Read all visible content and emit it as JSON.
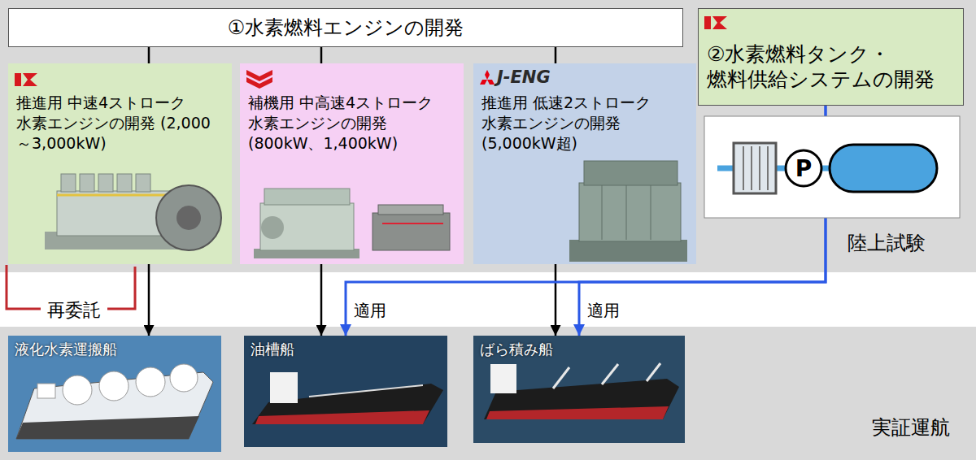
{
  "diagram": {
    "nodes": [
      {
        "text": [
          "①水素燃料エンジンの開発"
        ]
      },
      {
        "text": [
          "推進用 中速4ストローク 水素エンジンの開発 (2,000～3,000kW)"
        ]
      },
      {
        "text": [
          "補機用 中高速4ストローク 水素エンジンの開発 (800kW、1,400kW)"
        ]
      },
      {
        "text": [
          "推進用 低速2ストローク 水素エンジンの開発 (5,000kW超)"
        ]
      },
      {
        "text": [
          "②水素燃料タンク・ 燃料供給システムの開発"
        ]
      },
      {
        "text": [
          "液化水素運搬船"
        ]
      },
      {
        "text": [
          "油槽船"
        ]
      },
      {
        "text": [
          "ばら積み船"
        ]
      }
    ],
    "edges": [
      {
        "from": 0,
        "to": 1,
        "arrow": "none"
      },
      {
        "from": 0,
        "to": 2,
        "arrow": "none"
      },
      {
        "from": 0,
        "to": 3,
        "arrow": "none"
      },
      {
        "from": 1,
        "to": 5,
        "arrow": "to"
      },
      {
        "from": 2,
        "to": 6,
        "arrow": "to"
      },
      {
        "from": 3,
        "to": 7,
        "arrow": "to"
      },
      {
        "from": 4,
        "to": 6,
        "label": "適用",
        "arrow": "to"
      },
      {
        "from": 4,
        "to": 7,
        "label": "適用",
        "arrow": "to"
      }
    ],
    "labels": [
      "J-ENG",
      "P",
      "陸上試験",
      "再委託",
      "実証運航"
    ]
  }
}
